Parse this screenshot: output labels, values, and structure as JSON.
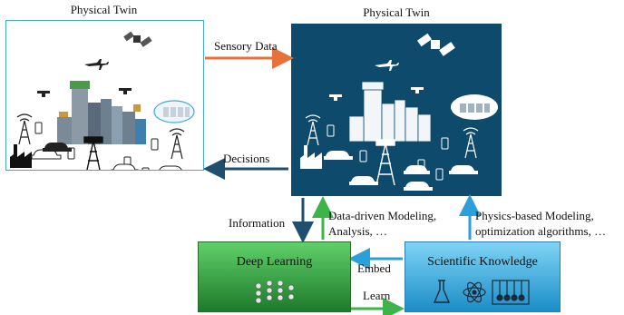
{
  "left_panel": {
    "title": "Physical Twin"
  },
  "right_panel": {
    "title": "Physical Twin"
  },
  "arrows": {
    "sensory_data": "Sensory Data",
    "decisions": "Decisions",
    "information": "Information",
    "data_driven_1": "Data-driven Modeling,",
    "data_driven_2": "Analysis, …",
    "physics_1": "Physics-based Modeling,",
    "physics_2": "optimization algorithms, …",
    "embed": "Embed",
    "learn": "Learn"
  },
  "boxes": {
    "deep_learning": "Deep Learning",
    "scientific_knowledge": "Scientific Knowledge"
  },
  "colors": {
    "left_border": "#3fa9d6",
    "right_bg": "#0e4a6b",
    "sensory_arrow": "#e8703a",
    "decisions_arrow": "#1f4e6e",
    "green_arrow": "#3db34a",
    "blue_arrow": "#2a9fd8"
  }
}
